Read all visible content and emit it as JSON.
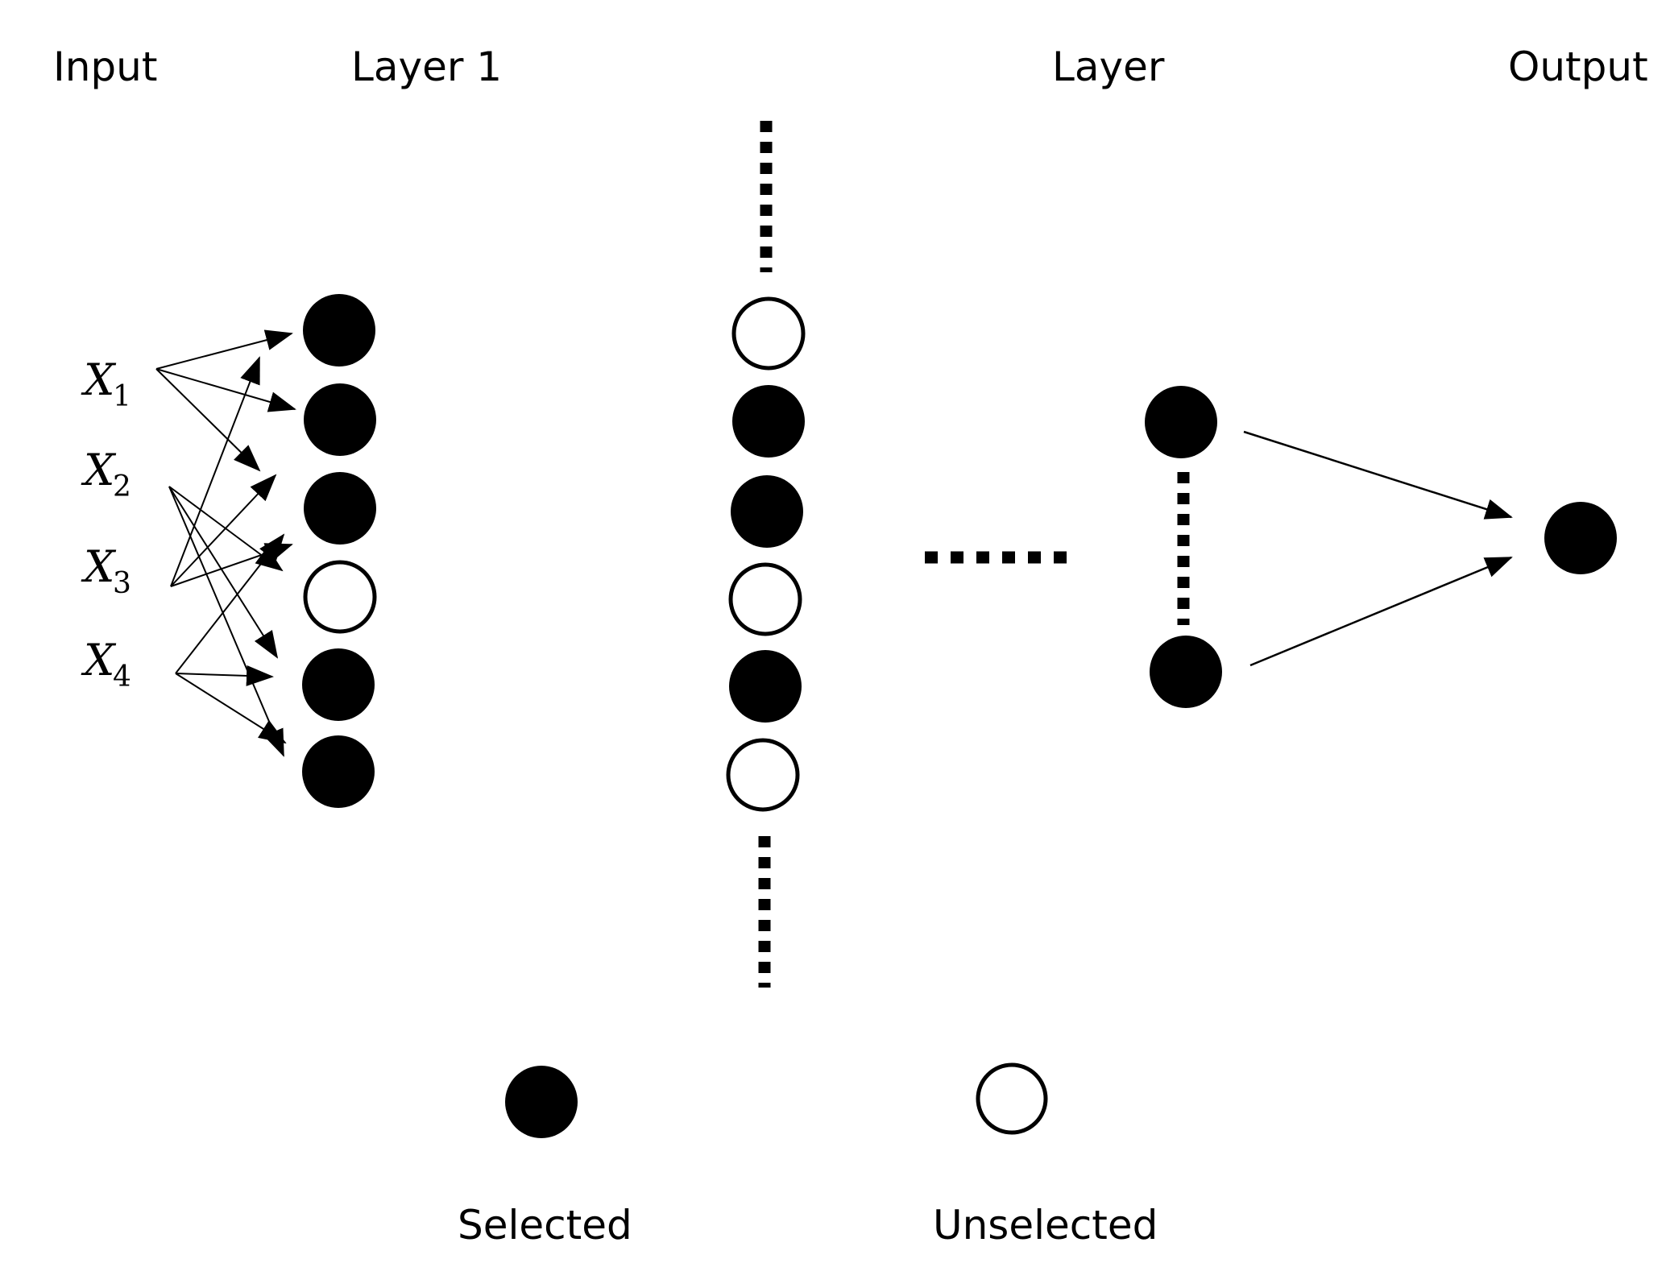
{
  "headers": {
    "input": "Input",
    "layer1": "Layer 1",
    "layer": "Layer",
    "output": "Output"
  },
  "inputs": [
    {
      "symbol": "X",
      "subscript": "1"
    },
    {
      "symbol": "X",
      "subscript": "2"
    },
    {
      "symbol": "X",
      "subscript": "3"
    },
    {
      "symbol": "X",
      "subscript": "4"
    }
  ],
  "layer1_nodes": [
    "selected",
    "selected",
    "selected",
    "unselected",
    "selected",
    "selected"
  ],
  "middle_layer_nodes": [
    "unselected",
    "selected",
    "selected",
    "unselected",
    "selected",
    "unselected"
  ],
  "last_layer_nodes": [
    "selected",
    "selected"
  ],
  "output_node": "selected",
  "legend": {
    "selected_label": "Selected",
    "unselected_label": "Unselected"
  },
  "colors": {
    "selected_fill": "#000000",
    "unselected_fill": "#ffffff",
    "stroke": "#000000"
  }
}
